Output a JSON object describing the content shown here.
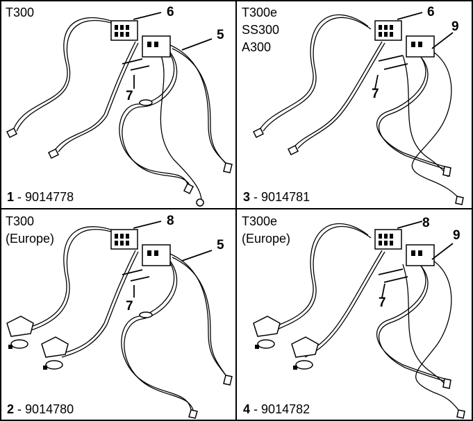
{
  "panels": [
    {
      "id": "p1",
      "models": [
        "T300"
      ],
      "number": "1",
      "part": "9014778",
      "callouts": {
        "connector": "6",
        "cable": "5",
        "screws": "7"
      }
    },
    {
      "id": "p2",
      "models": [
        "T300",
        "(Europe)"
      ],
      "number": "2",
      "part": "9014780",
      "callouts": {
        "connector": "8",
        "cable": "5",
        "screws": "7"
      }
    },
    {
      "id": "p3",
      "models": [
        "T300e",
        "SS300",
        "A300"
      ],
      "number": "3",
      "part": "9014781",
      "callouts": {
        "connector": "6",
        "cable": "9",
        "screws": "7"
      }
    },
    {
      "id": "p4",
      "models": [
        "T300e",
        "(Europe)"
      ],
      "number": "4",
      "part": "9014782",
      "callouts": {
        "connector": "8",
        "cable": "9",
        "screws": "7"
      }
    }
  ],
  "caption_separator": "-"
}
